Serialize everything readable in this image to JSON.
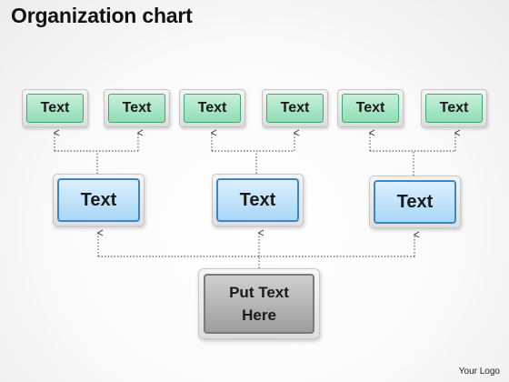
{
  "title": "Organization chart",
  "logo_text": "Your Logo",
  "colors": {
    "leaf_fill": "#a8e6c6",
    "leaf_border": "#3fa879",
    "mid_fill": "#bfe2fa",
    "mid_border": "#3b87c4",
    "root_fill": "#b5b5b5",
    "root_border": "#7a7a7a",
    "connector": "#333333"
  },
  "root": {
    "label": "Put Text\nHere"
  },
  "branches": [
    {
      "label": "Text",
      "children": [
        {
          "label": "Text"
        },
        {
          "label": "Text"
        }
      ]
    },
    {
      "label": "Text",
      "children": [
        {
          "label": "Text"
        },
        {
          "label": "Text"
        }
      ]
    },
    {
      "label": "Text",
      "children": [
        {
          "label": "Text"
        },
        {
          "label": "Text"
        }
      ]
    }
  ]
}
